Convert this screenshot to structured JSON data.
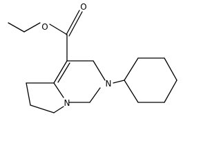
{
  "structure": {
    "atoms": {
      "ester_oxygen": "O",
      "carbonyl_oxygen": "O",
      "ring_nitrogen_bridge": "N",
      "ring_nitrogen_cyclohexyl": "N"
    }
  },
  "colors": {
    "bond": "#000000",
    "background": "#ffffff"
  }
}
